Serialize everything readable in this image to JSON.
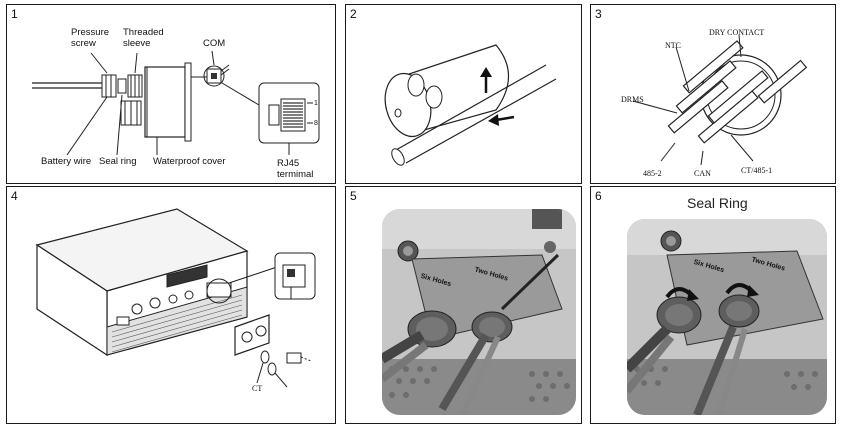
{
  "panels": [
    {
      "number": "1",
      "labels": {
        "pressure_screw": "Pressure\nscrew",
        "threaded_sleeve": "Threaded\nsleeve",
        "com": "COM",
        "battery_wire": "Battery wire",
        "seal_ring": "Seal ring",
        "waterproof_cover": "Waterproof cover",
        "rj45": "RJ45\ntermimal",
        "pin_1": "1",
        "pin_8": "8"
      }
    },
    {
      "number": "2"
    },
    {
      "number": "3",
      "labels": {
        "ntc": "NTC",
        "dry_contact": "DRY CONTACT",
        "drms": "DRMS",
        "p485_2": "485-2",
        "can": "CAN",
        "ct_485_1": "CT/485-1"
      }
    },
    {
      "number": "4",
      "labels": {
        "ct": "CT"
      }
    },
    {
      "number": "5",
      "labels": {
        "six_holes": "Six Holes",
        "two_holes": "Two Holes"
      }
    },
    {
      "number": "6",
      "labels": {
        "title": "Seal Ring",
        "six_holes": "Six Holes",
        "two_holes": "Two Holes"
      }
    }
  ]
}
